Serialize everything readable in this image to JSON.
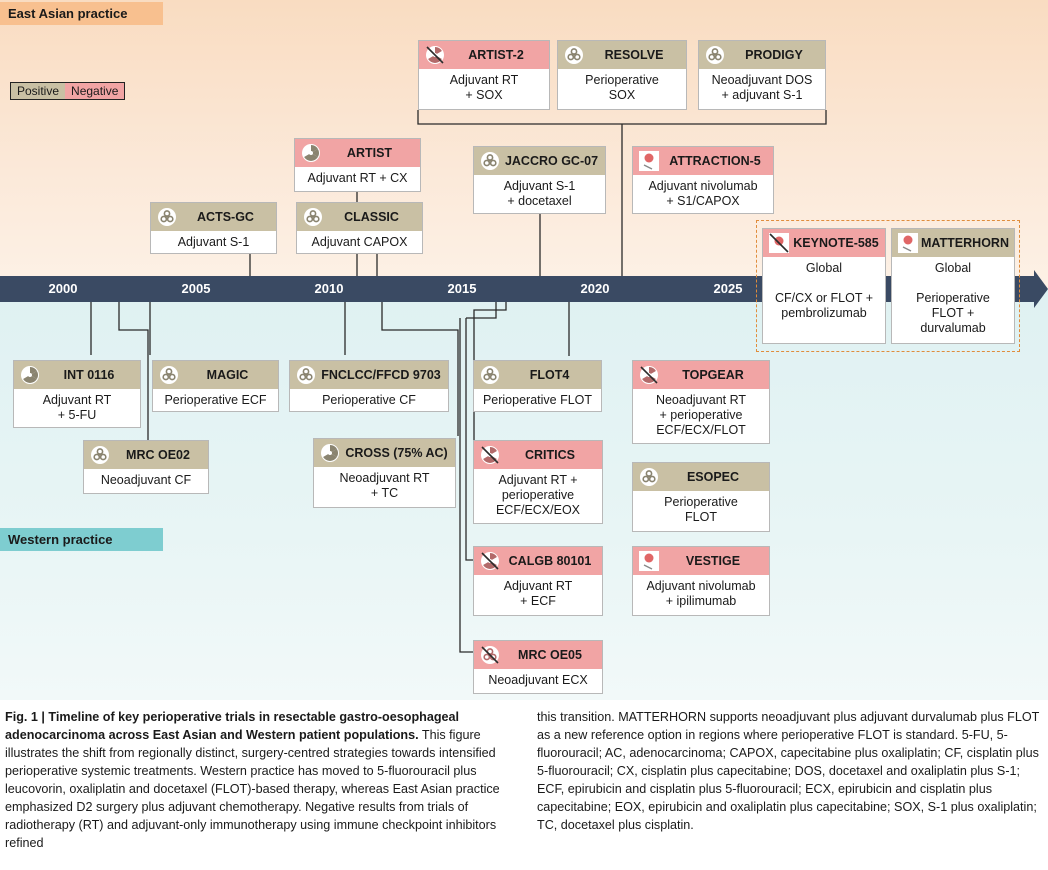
{
  "regions": {
    "east": "East Asian practice",
    "west": "Western practice"
  },
  "legend": {
    "positive": "Positive",
    "negative": "Negative"
  },
  "colors": {
    "positive": "#c9c0a4",
    "negative": "#f1a4a4",
    "timeline": "#3a4a63",
    "east_bg": "#f9dcc1",
    "west_bg": "#dff1f2",
    "east_label": "#f8c08f",
    "west_label": "#7ecdd0",
    "dashed_border": "#e08d3c"
  },
  "timeline": {
    "years": [
      "2000",
      "2005",
      "2010",
      "2015",
      "2020",
      "2025"
    ]
  },
  "trials": {
    "artist2": {
      "name": "ARTIST-2",
      "desc": "Adjuvant RT\n+ SOX",
      "result": "negative",
      "icon": "radiation-struck-icon"
    },
    "resolve": {
      "name": "RESOLVE",
      "desc": "Perioperative\nSOX",
      "result": "positive",
      "icon": "biohazard-icon"
    },
    "prodigy": {
      "name": "PRODIGY",
      "desc": "Neoadjuvant DOS\n+ adjuvant S-1",
      "result": "positive",
      "icon": "biohazard-icon"
    },
    "artist": {
      "name": "ARTIST",
      "desc": "Adjuvant RT + CX",
      "result": "negative",
      "icon": "radiation-icon"
    },
    "jaccro": {
      "name": "JACCRO GC-07",
      "desc": "Adjuvant S-1\n+ docetaxel",
      "result": "positive",
      "icon": "biohazard-icon"
    },
    "attraction5": {
      "name": "ATTRACTION-5",
      "desc": "Adjuvant nivolumab\n+ S1/CAPOX",
      "result": "negative",
      "icon": "syringe-icon"
    },
    "actsgc": {
      "name": "ACTS-GC",
      "desc": "Adjuvant S-1",
      "result": "positive",
      "icon": "biohazard-icon"
    },
    "classic": {
      "name": "CLASSIC",
      "desc": "Adjuvant CAPOX",
      "result": "positive",
      "icon": "biohazard-icon"
    },
    "keynote585": {
      "name": "KEYNOTE-585",
      "desc": "Global\n\nCF/CX or FLOT +\npembrolizumab",
      "result": "negative",
      "icon": "syringe-struck-icon"
    },
    "matterhorn": {
      "name": "MATTERHORN",
      "desc": "Global\n\nPerioperative\nFLOT +\ndurvalumab",
      "result": "positive",
      "icon": "syringe-icon"
    },
    "int0116": {
      "name": "INT 0116",
      "desc": "Adjuvant RT\n+ 5-FU",
      "result": "positive",
      "icon": "radiation-icon"
    },
    "magic": {
      "name": "MAGIC",
      "desc": "Perioperative ECF",
      "result": "positive",
      "icon": "biohazard-icon"
    },
    "fnclcc": {
      "name": "FNCLCC/FFCD 9703",
      "desc": "Perioperative CF",
      "result": "positive",
      "icon": "biohazard-icon"
    },
    "flot4": {
      "name": "FLOT4",
      "desc": "Perioperative FLOT",
      "result": "positive",
      "icon": "biohazard-icon"
    },
    "topgear": {
      "name": "TOPGEAR",
      "desc": "Neoadjuvant RT\n+ perioperative\nECF/ECX/FLOT",
      "result": "negative",
      "icon": "radiation-struck-icon"
    },
    "mrcoe02": {
      "name": "MRC OE02",
      "desc": "Neoadjuvant CF",
      "result": "positive",
      "icon": "biohazard-icon"
    },
    "cross": {
      "name": "CROSS (75% AC)",
      "desc": "Neoadjuvant RT\n+ TC",
      "result": "positive",
      "icon": "radiation-icon"
    },
    "critics": {
      "name": "CRITICS",
      "desc": "Adjuvant RT +\nperioperative\nECF/ECX/EOX",
      "result": "negative",
      "icon": "radiation-struck-icon"
    },
    "esopec": {
      "name": "ESOPEC",
      "desc": "Perioperative\nFLOT",
      "result": "positive",
      "icon": "biohazard-icon"
    },
    "calgb": {
      "name": "CALGB 80101",
      "desc": "Adjuvant RT\n+ ECF",
      "result": "negative",
      "icon": "radiation-struck-icon"
    },
    "vestige": {
      "name": "VESTIGE",
      "desc": "Adjuvant nivolumab\n+ ipilimumab",
      "result": "negative",
      "icon": "syringe-icon"
    },
    "mrcoe05": {
      "name": "MRC OE05",
      "desc": "Neoadjuvant ECX",
      "result": "negative",
      "icon": "biohazard-struck-icon"
    }
  },
  "caption": {
    "label": "Fig. 1 |",
    "title": "Timeline of key perioperative trials in resectable gastro-oesophageal adenocarcinoma across East Asian and Western patient populations.",
    "text_left": "This figure illustrates the shift from regionally distinct, surgery-centred strategies towards intensified perioperative systemic treatments. Western practice has moved to 5-fluorouracil plus leucovorin, oxaliplatin and docetaxel (FLOT)-based therapy, whereas East Asian practice emphasized D2 surgery plus adjuvant chemotherapy. Negative results from trials of radiotherapy (RT) and adjuvant-only immunotherapy using immune checkpoint inhibitors refined",
    "text_right": "this transition. MATTERHORN supports neoadjuvant plus adjuvant durvalumab plus FLOT as a new reference option in regions where perioperative FLOT is standard. 5-FU, 5-fluorouracil; AC, adenocarcinoma; CAPOX, capecitabine plus oxaliplatin; CF, cisplatin plus 5-fluorouracil; CX, cisplatin plus capecitabine; DOS, docetaxel and oxaliplatin plus S-1; ECF, epirubicin and cisplatin plus 5-fluorouracil; ECX, epirubicin and cisplatin plus capecitabine; EOX, epirubicin and oxaliplatin plus capecitabine; SOX, S-1 plus oxaliplatin; TC, docetaxel plus cisplatin."
  }
}
